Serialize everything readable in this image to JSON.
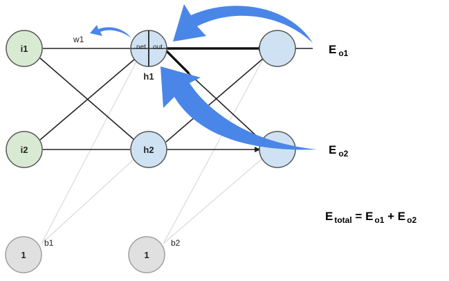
{
  "colors": {
    "input_fill": "#d9ead3",
    "input_stroke": "#555555",
    "hidden_fill": "#cfe2f3",
    "hidden_stroke": "#555555",
    "bias_fill": "#e0e0e0",
    "bias_stroke": "#9e9e9e",
    "arrow_fill": "#4a86e8",
    "edge_dark": "#222222",
    "edge_light": "#d9d9d9"
  },
  "nodes": {
    "i1": "i1",
    "i2": "i2",
    "h1": "h1",
    "h1_net": "net",
    "h1_out": "out",
    "h2": "h2",
    "b1_node": "1",
    "b2_node": "1"
  },
  "labels": {
    "w1": "w1",
    "b1": "b1",
    "b2": "b2"
  },
  "errors": {
    "e_o1_main": "E",
    "e_o1_sub": "o1",
    "e_o2_main": "E",
    "e_o2_sub": "o2"
  },
  "formula": {
    "total_main": "E",
    "total_sub": "total",
    "equals": " = ",
    "term1_main": "E",
    "term1_sub": "o1",
    "plus": " + ",
    "term2_main": "E",
    "term2_sub": "o2"
  }
}
